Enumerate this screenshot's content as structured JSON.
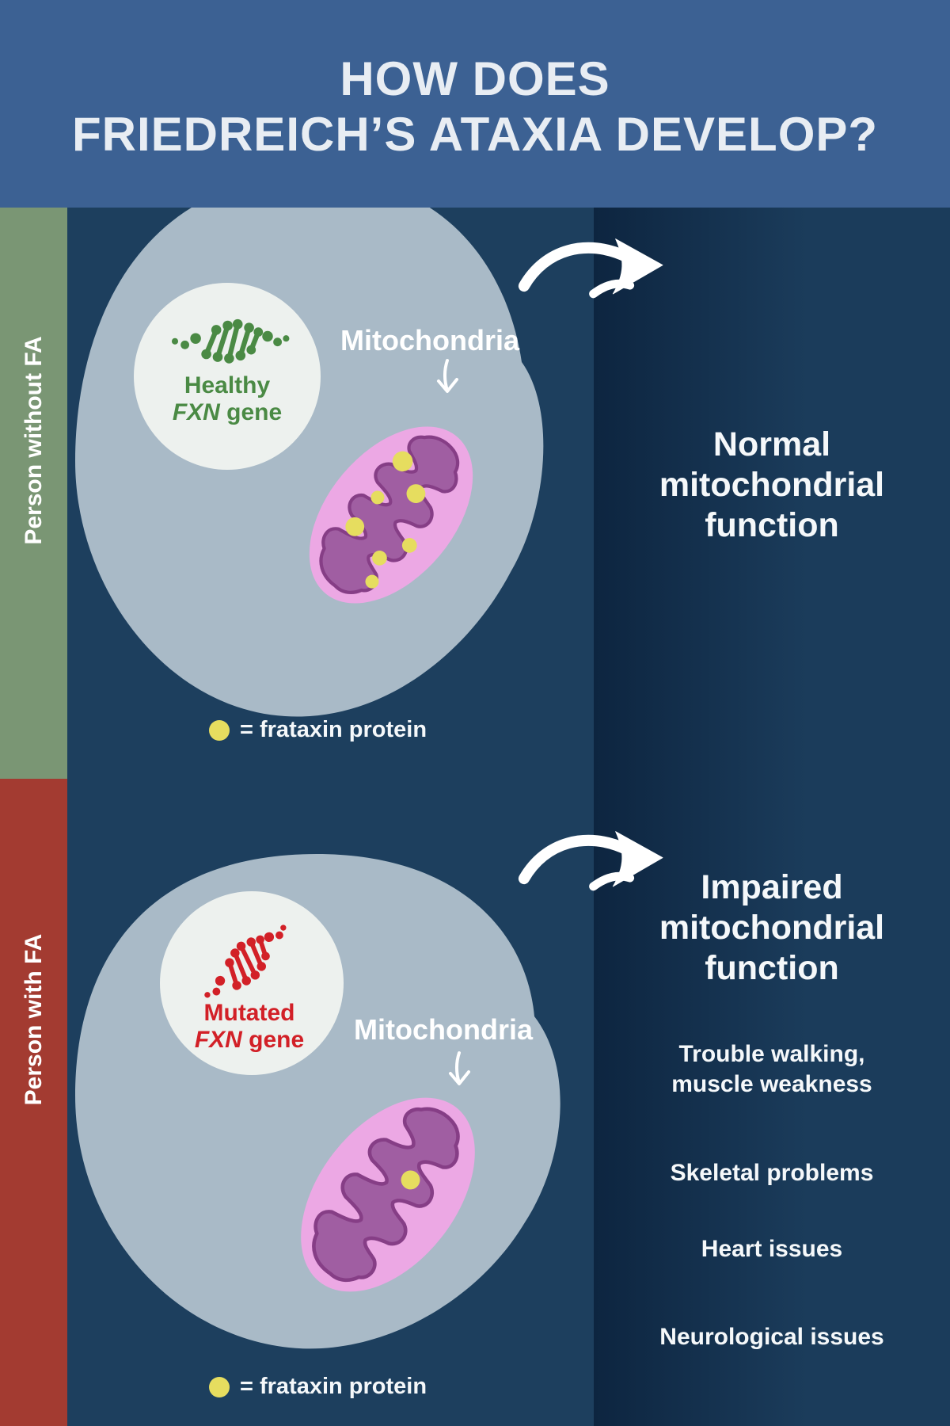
{
  "header": {
    "title_lines": [
      "HOW DOES",
      "FRIEDREICH’S ATAXIA DEVELOP?"
    ]
  },
  "colors": {
    "header_bg": "#3c6193",
    "section_bg": "#1d3f5e",
    "panel_gradient_dark": "#0d2540",
    "panel_gradient_light": "#1b3c5b",
    "sidebar_green": "#7a9674",
    "sidebar_red": "#a33b31",
    "cell_body": "#a9bac7",
    "nucleus_circle": "#edf1ee",
    "healthy_green": "#4a8a44",
    "mutated_red": "#d22027",
    "mito_outer_pink": "#eca8e4",
    "mito_inner_purple": "#a05ea2",
    "mito_outline": "#863e86",
    "frataxin_yellow": "#e6dd5f",
    "text_white": "#f5f8fa"
  },
  "icons": {
    "healthy_gene": "dna-icon",
    "mutated_gene": "broken-dna-icon",
    "flow_arrow": "curved-arrow-icon",
    "pointer": "down-arrow-icon",
    "frataxin": "frataxin-dot-icon"
  },
  "without_fa": {
    "sidebar_label": "Person without FA",
    "gene": {
      "line1": "Healthy",
      "italic": "FXN",
      "rest": "gene"
    },
    "mitochondria_label": "Mitochondria",
    "result_lines": [
      "Normal",
      "mitochondrial",
      "function"
    ],
    "legend_text": "= frataxin protein"
  },
  "with_fa": {
    "sidebar_label": "Person with FA",
    "gene": {
      "line1": "Mutated",
      "italic": "FXN",
      "rest": "gene"
    },
    "mitochondria_label": "Mitochondria",
    "result_lines": [
      "Impaired",
      "mitochondrial",
      "function"
    ],
    "symptoms": [
      "Trouble walking, muscle weakness",
      "Skeletal problems",
      "Heart issues",
      "Neurological issues"
    ],
    "legend_text": "= frataxin protein"
  }
}
